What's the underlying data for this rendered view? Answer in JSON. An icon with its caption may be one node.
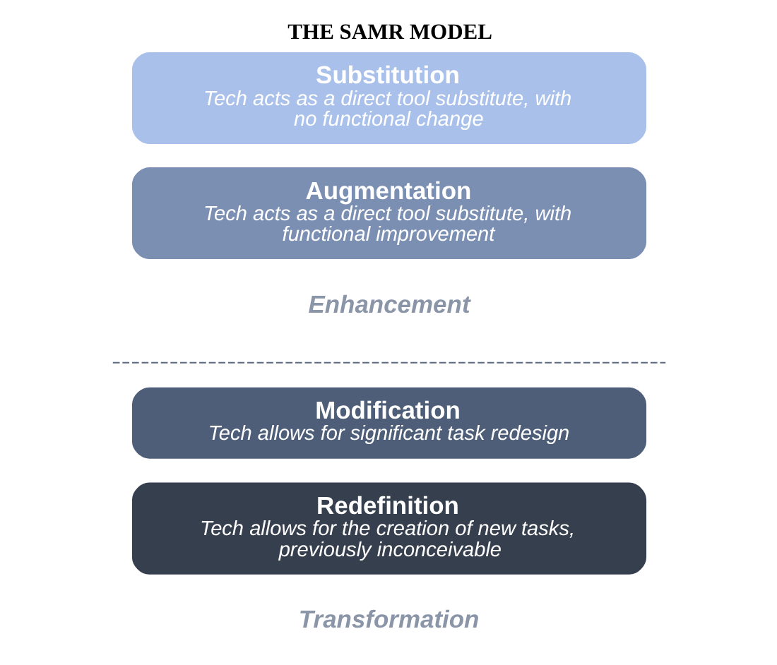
{
  "diagram": {
    "title": "THE SAMR MODEL",
    "nodes": [
      {
        "text": [
          "Redefinition",
          "Tech allows for the creation of new tasks, previously inconceivable"
        ]
      },
      {
        "text": [
          "Modification",
          "Tech allows for significant task redesign"
        ]
      },
      {
        "text": [
          "Augmentation",
          "Tech acts as a direct tool substitute, with functional improvement"
        ]
      },
      {
        "text": [
          "Substitution",
          "Tech acts as a direct tool substitute, with no functional change"
        ]
      }
    ],
    "edges": [],
    "labels": [
      "Transformation",
      "Enhancement"
    ]
  }
}
